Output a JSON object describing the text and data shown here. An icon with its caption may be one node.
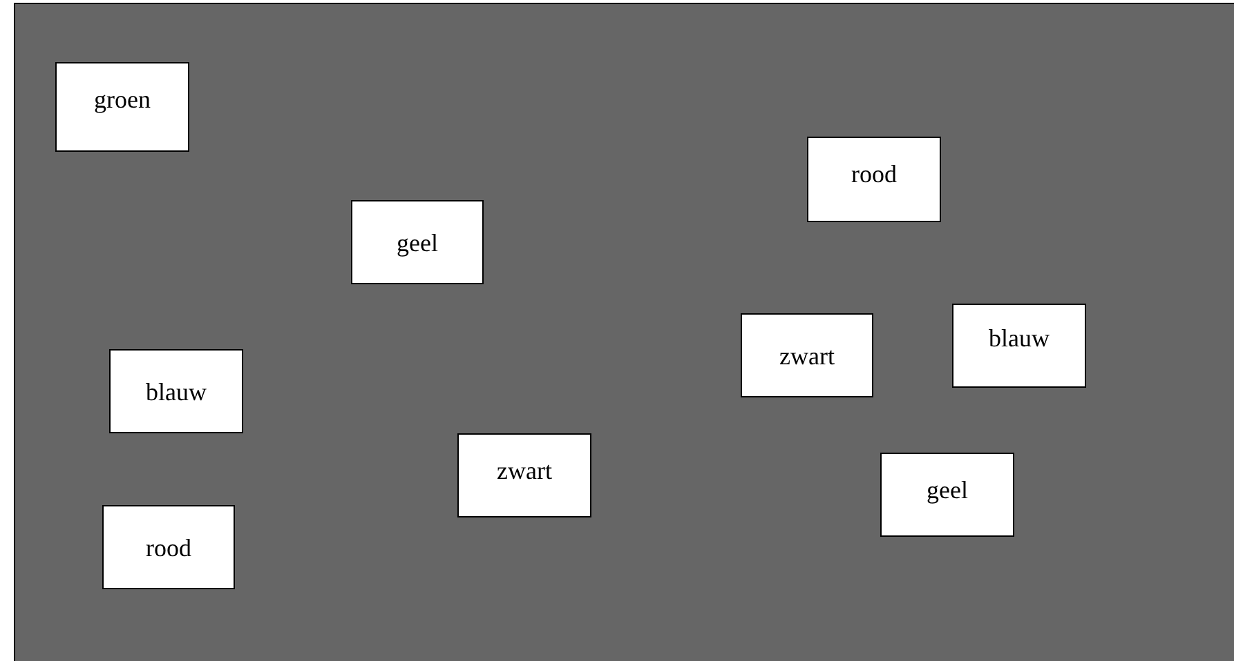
{
  "diagram": {
    "nodes": [
      {
        "text": [
          "groen"
        ]
      },
      {
        "text": [
          "rood"
        ]
      },
      {
        "text": [
          "geel"
        ]
      },
      {
        "text": [
          "blauw"
        ]
      },
      {
        "text": [
          "zwart"
        ]
      },
      {
        "text": [
          "blauw"
        ]
      },
      {
        "text": [
          "zwart"
        ]
      },
      {
        "text": [
          "geel"
        ]
      },
      {
        "text": [
          "rood"
        ]
      }
    ]
  }
}
